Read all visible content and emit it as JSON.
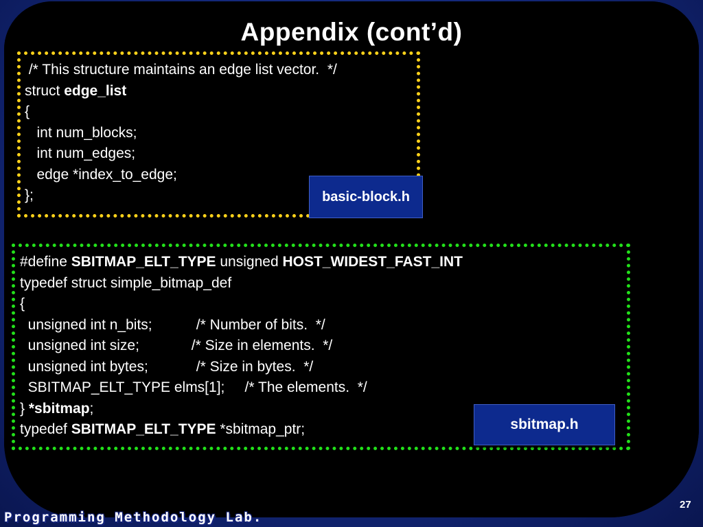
{
  "slide": {
    "title": "Appendix (cont’d)",
    "page_number": "27",
    "footer": "Programming Methodology Lab."
  },
  "edge_list_box": {
    "lines": [
      [
        {
          "t": " /* This structure maintains an edge list vector.  */",
          "b": false
        }
      ],
      [
        {
          "t": "struct ",
          "b": false
        },
        {
          "t": "edge_list",
          "b": true
        }
      ],
      [
        {
          "t": "{",
          "b": false
        }
      ],
      [
        {
          "t": "   int num_blocks;",
          "b": false
        }
      ],
      [
        {
          "t": "   int num_edges;",
          "b": false
        }
      ],
      [
        {
          "t": "   edge *index_to_edge;",
          "b": false
        }
      ],
      [
        {
          "t": "};",
          "b": false
        }
      ]
    ],
    "file_label": "basic-block.h"
  },
  "sbitmap_box": {
    "lines": [
      [
        {
          "t": "#define ",
          "b": false
        },
        {
          "t": "SBITMAP_ELT_TYPE",
          "b": true
        },
        {
          "t": " unsigned ",
          "b": false
        },
        {
          "t": "HOST_WIDEST_FAST_INT",
          "b": true
        }
      ],
      [
        {
          "t": "typedef struct simple_bitmap_def",
          "b": false
        }
      ],
      [
        {
          "t": "{",
          "b": false
        }
      ],
      [
        {
          "t": "  unsigned int n_bits;           /* Number of bits.  */",
          "b": false
        }
      ],
      [
        {
          "t": "  unsigned int size;             /* Size in elements.  */",
          "b": false
        }
      ],
      [
        {
          "t": "  unsigned int bytes;            /* Size in bytes.  */",
          "b": false
        }
      ],
      [
        {
          "t": "  SBITMAP_ELT_TYPE elms[1];     /* The elements.  */",
          "b": false
        }
      ],
      [
        {
          "t": "} ",
          "b": false
        },
        {
          "t": "*sbitmap",
          "b": true
        },
        {
          "t": ";",
          "b": false
        }
      ],
      [
        {
          "t": "typedef ",
          "b": false
        },
        {
          "t": "SBITMAP_ELT_TYPE",
          "b": true
        },
        {
          "t": " *sbitmap_ptr;",
          "b": false
        }
      ]
    ],
    "file_label": "sbitmap.h"
  },
  "colors": {
    "background": "#000000",
    "frame": "#13287a",
    "box1_border": "#ffd21a",
    "box2_border": "#22e01a",
    "label_fill": "#0d2a8e",
    "text": "#ffffff"
  }
}
